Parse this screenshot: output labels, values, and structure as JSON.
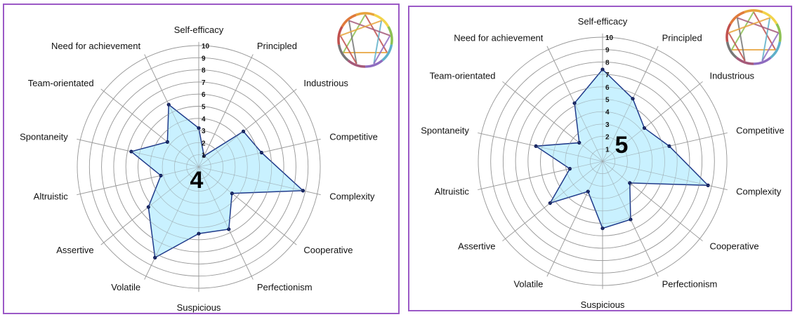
{
  "chart_data": [
    {
      "type": "radar",
      "title": "4",
      "axes": [
        "Self-efficacy",
        "Principled",
        "Industrious",
        "Competitive",
        "Complexity",
        "Cooperative",
        "Perfectionism",
        "Suspicious",
        "Volatile",
        "Assertive",
        "Altruistic",
        "Spontaneity",
        "Team-orientated",
        "Need for achievement"
      ],
      "values": [
        3.2,
        1.0,
        4.7,
        5.3,
        8.8,
        3.5,
        5.7,
        5.5,
        8.3,
        5.3,
        3.2,
        5.7,
        3.3,
        5.7
      ],
      "rlim": [
        0,
        10
      ],
      "ticks": [
        "1",
        "2",
        "3",
        "4",
        "5",
        "6",
        "7",
        "8",
        "9",
        "10"
      ],
      "grid": true
    },
    {
      "type": "radar",
      "title": "5",
      "axes": [
        "Self-efficacy",
        "Principled",
        "Industrious",
        "Competitive",
        "Complexity",
        "Cooperative",
        "Perfectionism",
        "Suspicious",
        "Volatile",
        "Assertive",
        "Altruistic",
        "Spontaneity",
        "Team-orientated",
        "Need for achievement"
      ],
      "values": [
        7.4,
        5.6,
        4.3,
        5.5,
        8.7,
        2.8,
        5.2,
        5.4,
        2.7,
        5.4,
        2.7,
        5.5,
        2.4,
        5.2
      ],
      "rlim": [
        0,
        10
      ],
      "ticks": [
        "1",
        "2",
        "3",
        "4",
        "5",
        "6",
        "7",
        "8",
        "9",
        "10"
      ],
      "grid": true
    }
  ],
  "colors": {
    "border": "#9b59c6",
    "fill": "#bfefff",
    "line": "#1f3a8a",
    "grid": "#999999"
  }
}
